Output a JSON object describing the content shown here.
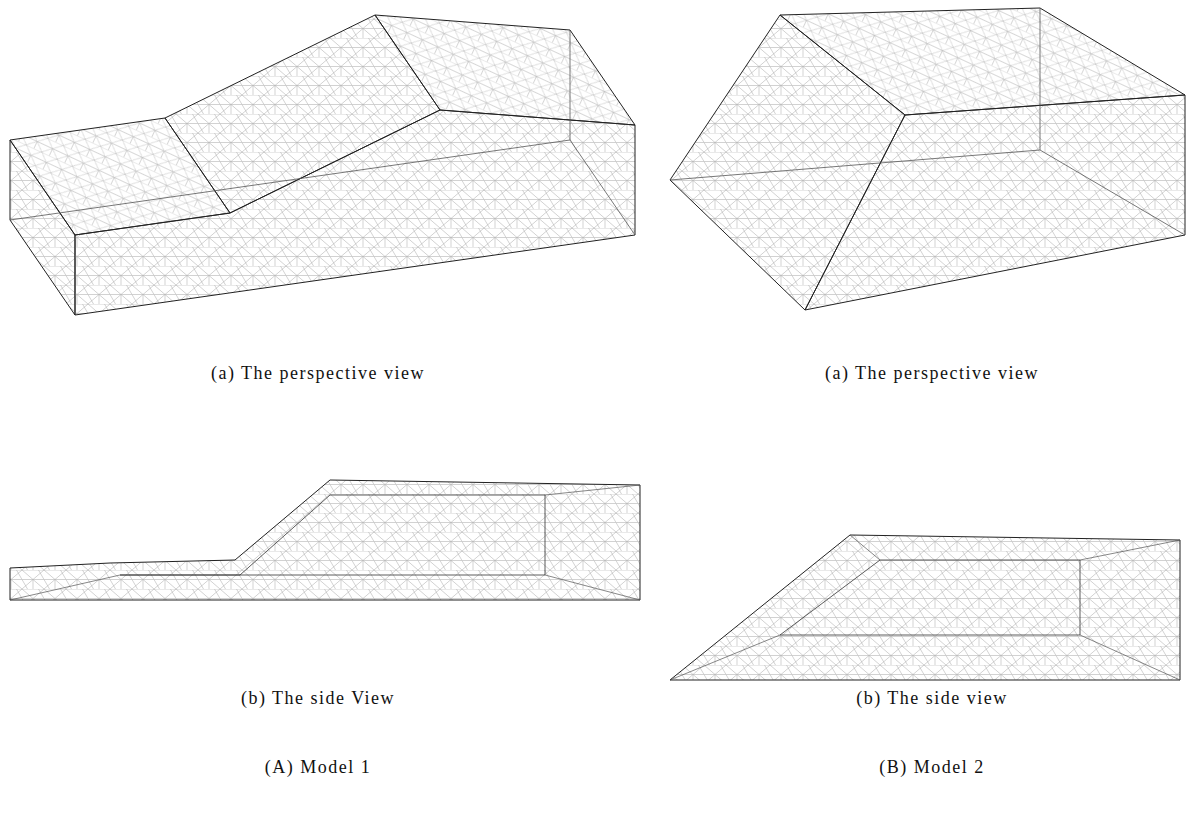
{
  "diagram": {
    "labels": [
      "(a) The perspective view",
      "(a) The perspective view",
      "(b) The side View",
      "(b) The side view",
      "(A) Model 1",
      "(B) Model 2"
    ]
  }
}
